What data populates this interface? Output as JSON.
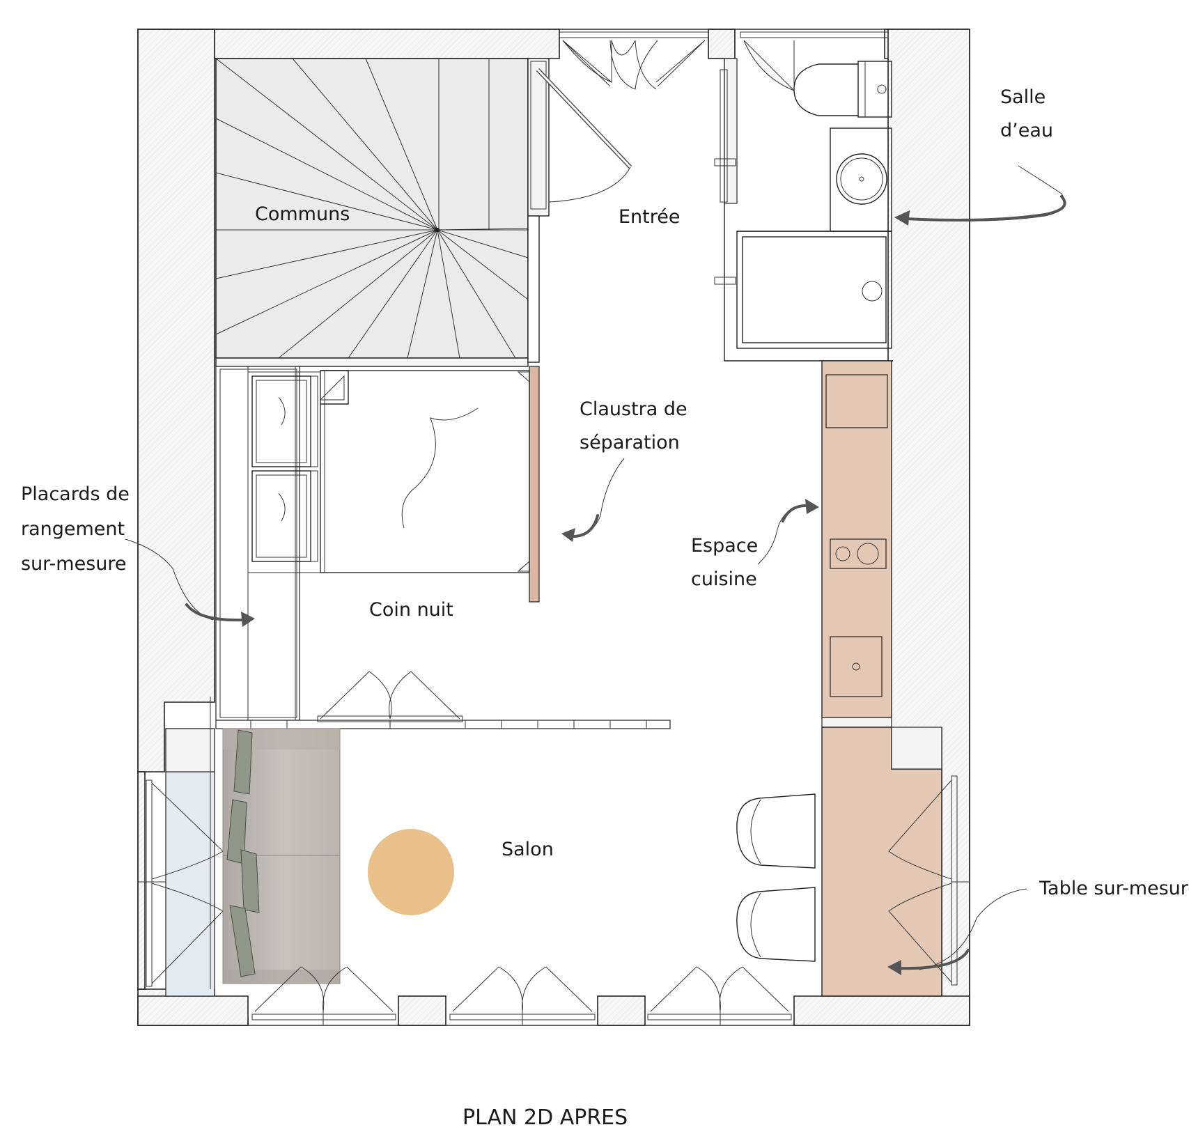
{
  "plan": {
    "title": "PLAN 2D APRES",
    "rooms": {
      "communs": "Communs",
      "entree": "Entrée",
      "coin_nuit": "Coin nuit",
      "salon": "Salon"
    },
    "annotations": {
      "salle_eau": [
        "Salle",
        "d’eau"
      ],
      "claustra": [
        "Claustra de",
        "séparation"
      ],
      "placards": [
        "Placards de",
        "rangement",
        "sur-mesure"
      ],
      "cuisine": [
        "Espace",
        "cuisine"
      ],
      "table": "Table sur-mesure"
    },
    "colors": {
      "wood_counter": "#e4c8b6",
      "claustra": "#dcb7a4",
      "table_round": "#e9c08a",
      "sofa": "#bdb4ac",
      "cushion": "#8f9787",
      "cabinet_blue": "#e3ecf2",
      "stair_grey": "#ebebeb"
    }
  }
}
